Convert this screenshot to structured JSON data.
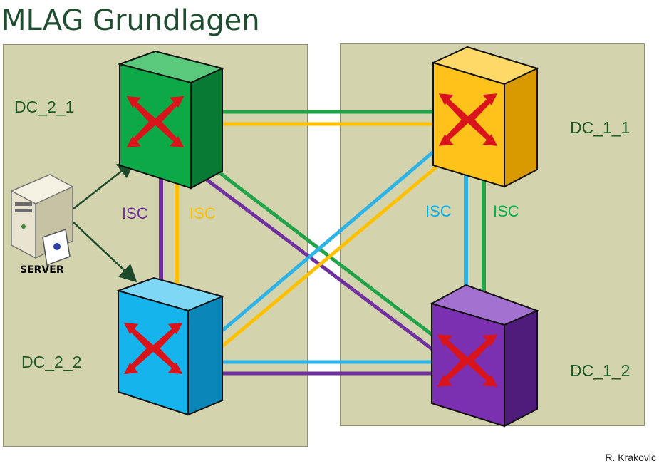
{
  "title": "MLAG Grundlagen",
  "switches": {
    "dc_2_1": {
      "label": "DC_2_1",
      "color": "#0ea947"
    },
    "dc_2_2": {
      "label": "DC_2_2",
      "color": "#15b4ec"
    },
    "dc_1_1": {
      "label": "DC_1_1",
      "color": "#ffc21a"
    },
    "dc_1_2": {
      "label": "DC_1_2",
      "color": "#7a30b0"
    }
  },
  "isc_labels": [
    {
      "text": "ISC",
      "color": "#7030a0"
    },
    {
      "text": "ISC",
      "color": "#ffc000"
    },
    {
      "text": "ISC",
      "color": "#00b0f0"
    },
    {
      "text": "ISC",
      "color": "#00b050"
    }
  ],
  "server_label": "SERVER",
  "author": "R. Krakovic",
  "colors": {
    "green": "#22a34a",
    "yellow": "#ffc000",
    "blue": "#2eb3e6",
    "purple": "#7030a0",
    "dark_arrow": "#1c4a2a",
    "box_fill": "#d3d3ae"
  }
}
